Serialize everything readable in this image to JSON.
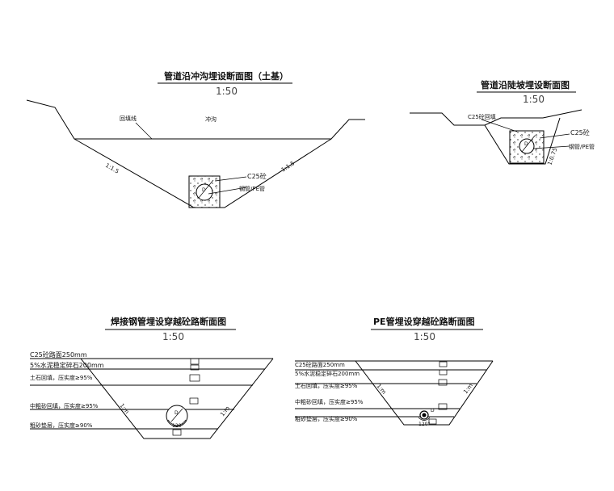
{
  "drawings": {
    "d1": {
      "title": "管道沿冲沟埋设断面图（土基）",
      "scale": "1:50",
      "backfill_label": "回填线",
      "gully_label": "冲沟",
      "slope_left": "1:1.5",
      "slope_right": "1:1.5",
      "concrete_label": "C25砼",
      "pipe_label": "钢管/PE管"
    },
    "d2": {
      "title": "管道沿陡坡埋设断面图",
      "scale": "1:50",
      "backfill_label": "C25砼回填",
      "concrete_label": "C25砼",
      "pipe_label": "钢管/PE管",
      "slope": "1:0.75"
    },
    "d3": {
      "title": "焊接钢管埋设穿越砼路断面图",
      "scale": "1:50",
      "layers": [
        "C25砼路面250mm",
        "5%水泥稳定碎石200mm",
        "土石回填，压实度≥95%",
        "中粗砂回填，压实度≥95%",
        "粗砂垫层，压实度≥90%"
      ],
      "slope_left": "1:m",
      "slope_right": "1:m",
      "angle": "120°"
    },
    "d4": {
      "title": "PE管埋设穿越砼路断面图",
      "scale": "1:50",
      "layers": [
        "C25砼路面250mm",
        "5%水泥稳定碎石200mm",
        "土石回填，压实度≥95%",
        "中粗砂回填，压实度≥95%",
        "粗砂垫层，压实度≥90%"
      ],
      "slope_left": "1:m",
      "slope_right": "1:m",
      "angle": "120°"
    }
  }
}
